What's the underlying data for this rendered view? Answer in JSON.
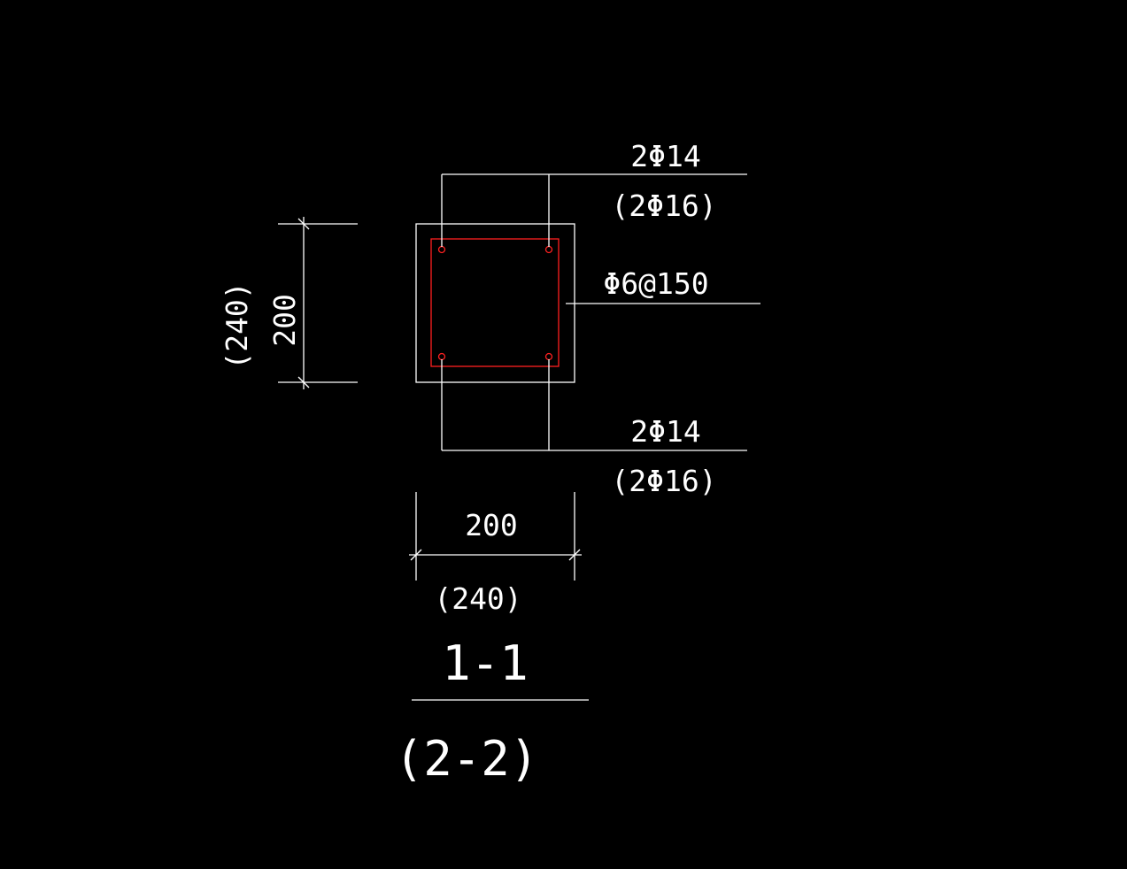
{
  "drawing": {
    "top_bar_label": "2Φ14",
    "top_bar_alt_label": "(2Φ16)",
    "stirrup_label": "Φ6@150",
    "bottom_bar_label": "2Φ14",
    "bottom_bar_alt_label": "(2Φ16)",
    "width_dim": "200",
    "width_dim_alt": "(240)",
    "height_dim": "200",
    "height_dim_alt": "(240)",
    "section_title": "1-1",
    "section_title_alt": "(2-2)"
  },
  "colors": {
    "background": "#000000",
    "linework": "#ffffff",
    "reinforcement": "#ff2020"
  }
}
